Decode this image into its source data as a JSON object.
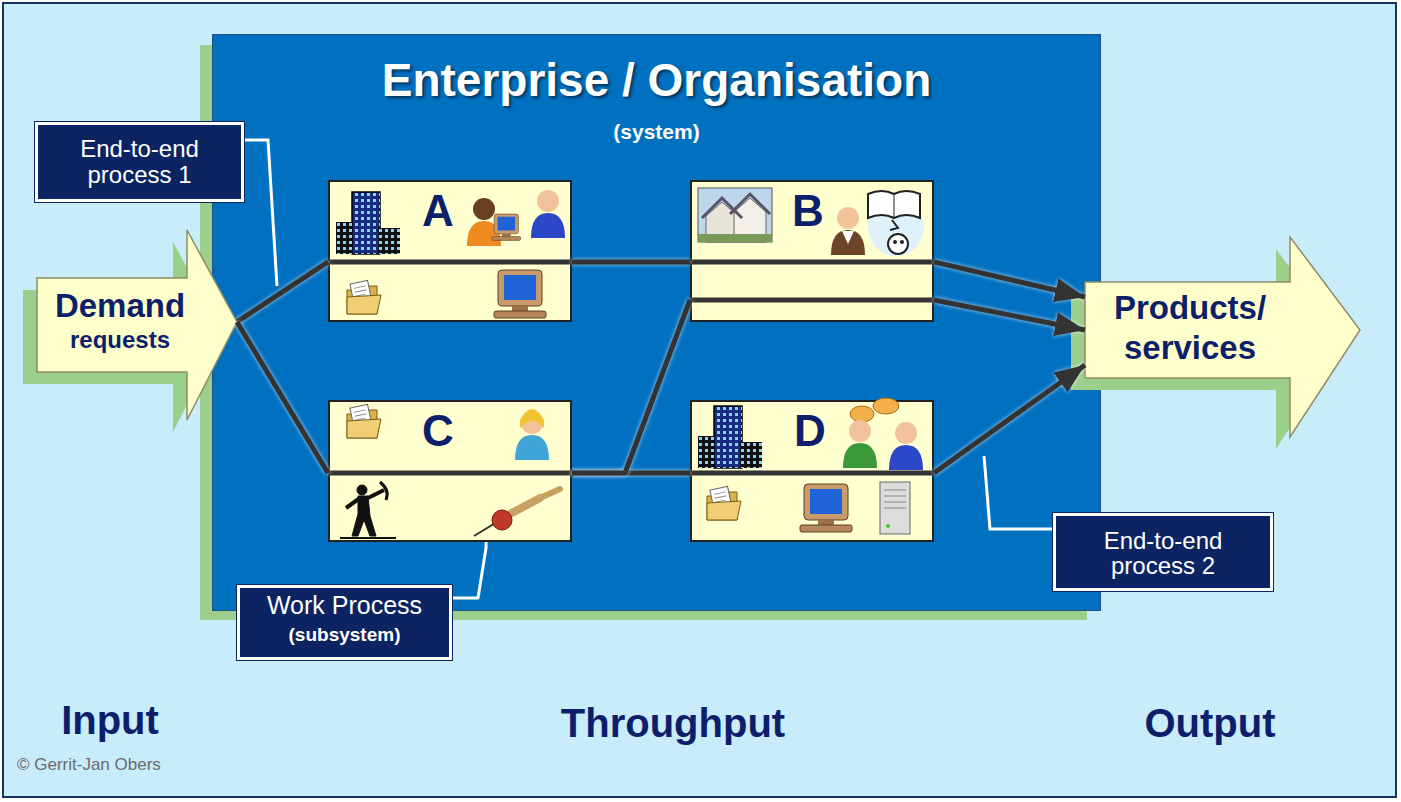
{
  "diagram": {
    "nodes": [
      {
        "text": [
          "Enterprise / Organisation",
          "(system)"
        ]
      },
      {
        "text": [
          "End-to-end process 1"
        ]
      },
      {
        "text": [
          "A"
        ],
        "in": 0
      },
      {
        "text": [
          "B"
        ],
        "in": 0
      },
      {
        "text": [
          "Demand",
          "requests"
        ]
      },
      {
        "text": [
          "Products/ services"
        ]
      },
      {
        "text": [
          "C"
        ],
        "in": 0
      },
      {
        "text": [
          "D"
        ],
        "in": 0
      },
      {
        "text": [
          "End-to-end process 2"
        ]
      },
      {
        "text": [
          "Work Process",
          "(subsystem)"
        ]
      }
    ],
    "edges": [
      {
        "from": 4,
        "to": 2,
        "arrow": "none"
      },
      {
        "from": 2,
        "to": 3,
        "arrow": "none"
      },
      {
        "from": 3,
        "to": 5,
        "arrow": "to"
      },
      {
        "from": 4,
        "to": 6,
        "arrow": "none"
      },
      {
        "from": 6,
        "to": 7,
        "arrow": "none"
      },
      {
        "from": 6,
        "to": 3,
        "arrow": "none"
      },
      {
        "from": 3,
        "to": 5,
        "arrow": "to"
      },
      {
        "from": 7,
        "to": 5,
        "arrow": "to"
      },
      {
        "from": 9,
        "to": 6,
        "arrow": "none"
      }
    ],
    "labels": [
      "Input",
      "Throughput",
      "Output",
      "© Gerrit-Jan Obers"
    ]
  }
}
